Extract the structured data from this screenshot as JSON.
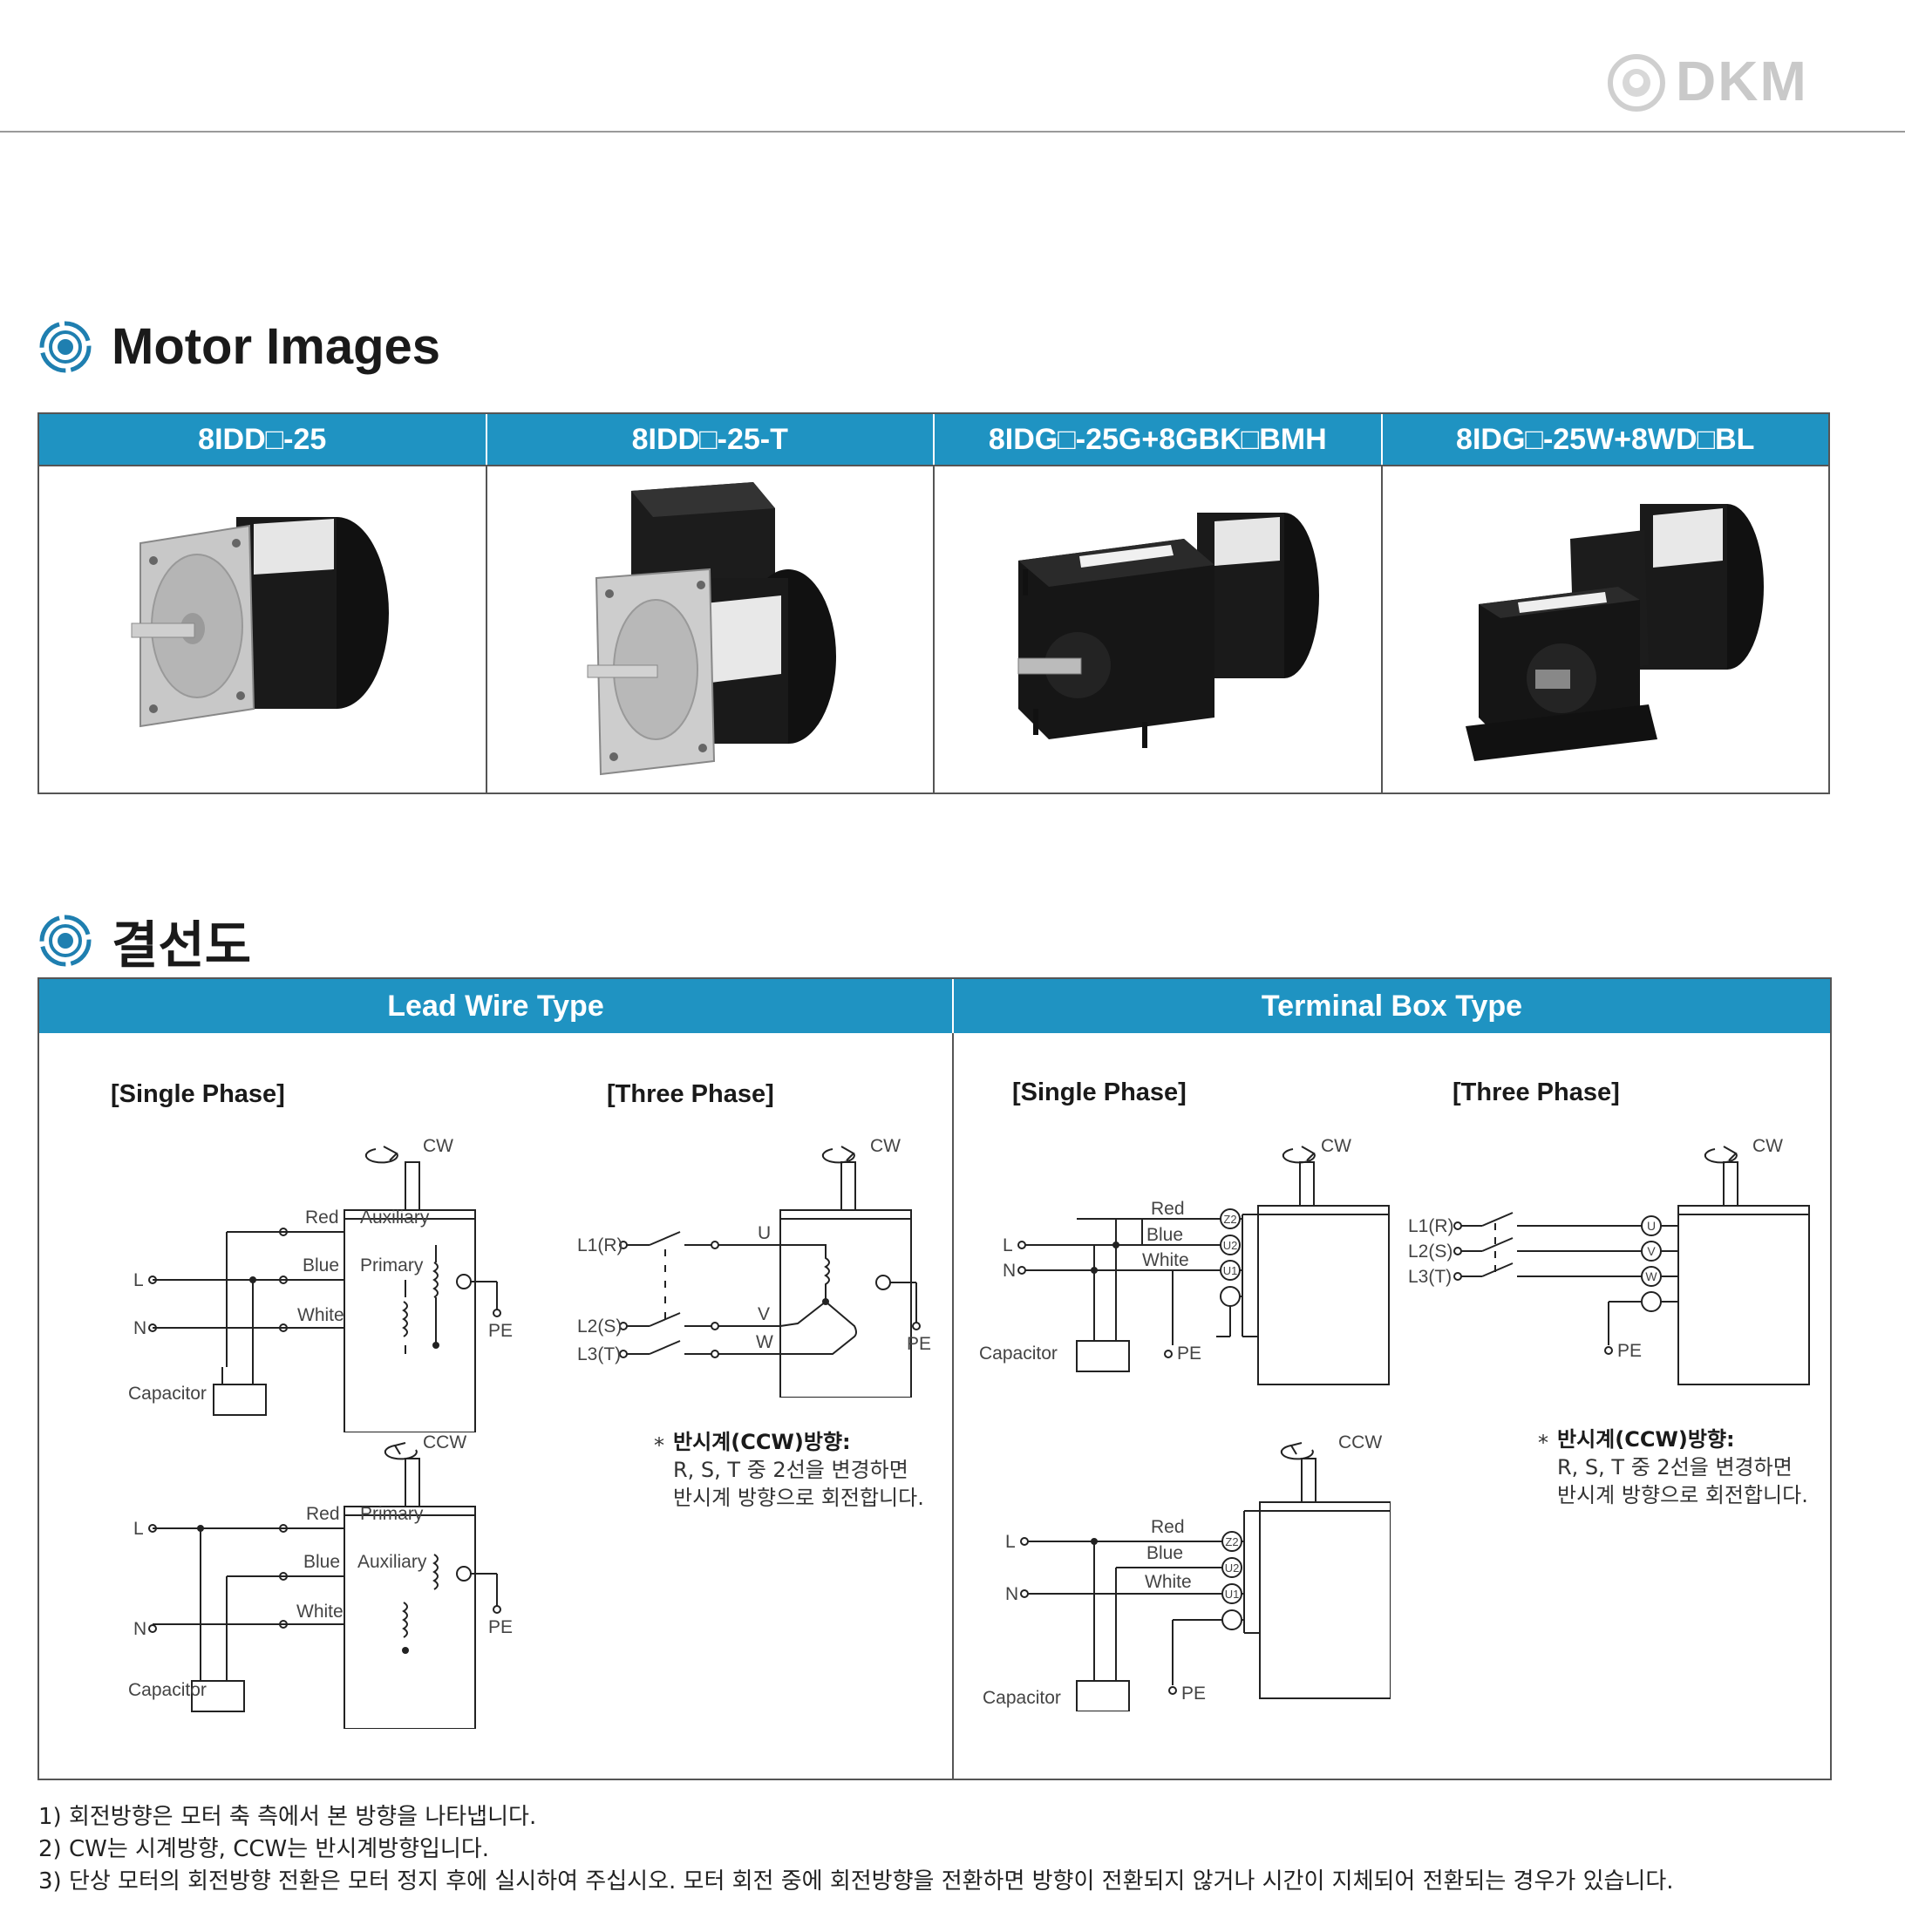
{
  "brand": {
    "logo_text": "DKM"
  },
  "sections": {
    "motor_images": {
      "title": "Motor Images"
    },
    "wiring": {
      "title": "결선도"
    }
  },
  "motors": [
    {
      "model": "8IDD□-25",
      "image": "motor-flange-icon"
    },
    {
      "model": "8IDD□-25-T",
      "image": "motor-terminal-box-icon"
    },
    {
      "model": "8IDG□-25G+8GBK□BMH",
      "image": "geared-motor-icon"
    },
    {
      "model": "8IDG□-25W+8WD□BL",
      "image": "worm-geared-motor-icon"
    }
  ],
  "wiring": {
    "lead_wire_type": "Lead Wire Type",
    "terminal_box_type": "Terminal Box Type",
    "single_phase": "[Single Phase]",
    "three_phase": "[Three Phase]",
    "labels": {
      "cw": "CW",
      "ccw": "CCW",
      "red": "Red",
      "blue": "Blue",
      "white": "White",
      "auxiliary": "Auxiliary",
      "primary": "Primary",
      "capacitor": "Capacitor",
      "pe": "PE",
      "l": "L",
      "n": "N",
      "l1": "L1(R)",
      "l2": "L2(S)",
      "l3": "L3(T)",
      "u": "U",
      "v": "V",
      "w": "W",
      "z2": "Z2",
      "u2": "U2",
      "u1": "U1"
    },
    "ccw_note": {
      "title": "반시계(CCW)방향:",
      "line1": "R, S, T 중 2선을 변경하면",
      "line2": "반시계 방향으로 회전합니다."
    }
  },
  "footnotes": [
    "1) 회전방향은 모터 축 측에서 본 방향을 나타냅니다.",
    "2) CW는 시계방향, CCW는 반시계방향입니다.",
    "3) 단상 모터의 회전방향 전환은 모터 정지 후에 실시하여 주십시오. 모터 회전 중에 회전방향을 전환하면 방향이 전환되지 않거나 시간이 지체되어 전환되는 경우가 있습니다."
  ],
  "colors": {
    "accent": "#1f93c2",
    "icon_blue": "#1f7fb0"
  }
}
